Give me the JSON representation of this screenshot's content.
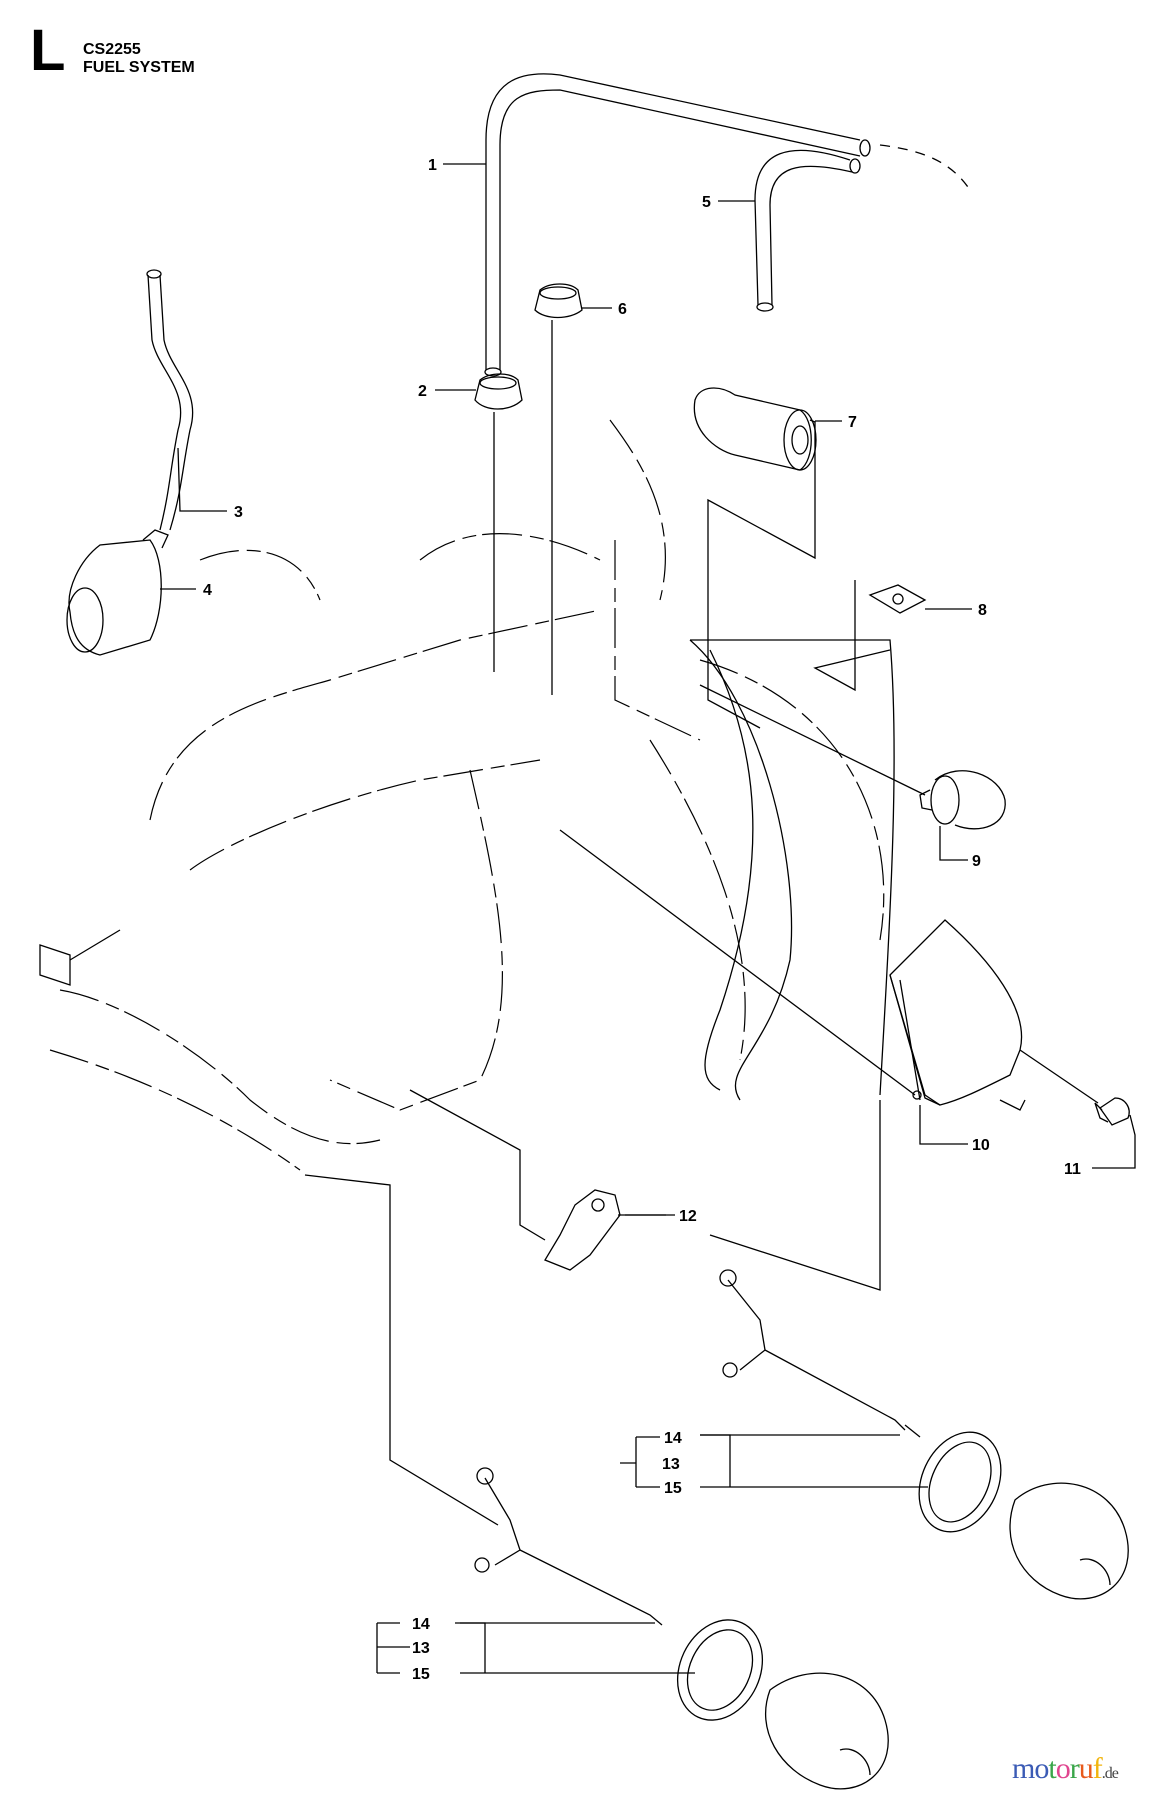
{
  "header": {
    "section_letter": "L",
    "model": "CS2255",
    "title": "FUEL SYSTEM"
  },
  "labels": {
    "p1": "1",
    "p2": "2",
    "p3": "3",
    "p4": "4",
    "p5": "5",
    "p6": "6",
    "p7": "7",
    "p8": "8",
    "p9": "9",
    "p10": "10",
    "p11": "11",
    "p12": "12",
    "p13a": "13",
    "p14a": "14",
    "p15a": "15",
    "p13b": "13",
    "p14b": "14",
    "p15b": "15"
  },
  "watermark": {
    "letters": [
      "m",
      "o",
      "t",
      "o",
      "r",
      "u",
      "f"
    ],
    "suffix": ".de",
    "colors": [
      "#3b5bb5",
      "#3b5bb5",
      "#3aa64a",
      "#e0458f",
      "#3aa64a",
      "#e85a1b",
      "#f2b50f"
    ]
  }
}
